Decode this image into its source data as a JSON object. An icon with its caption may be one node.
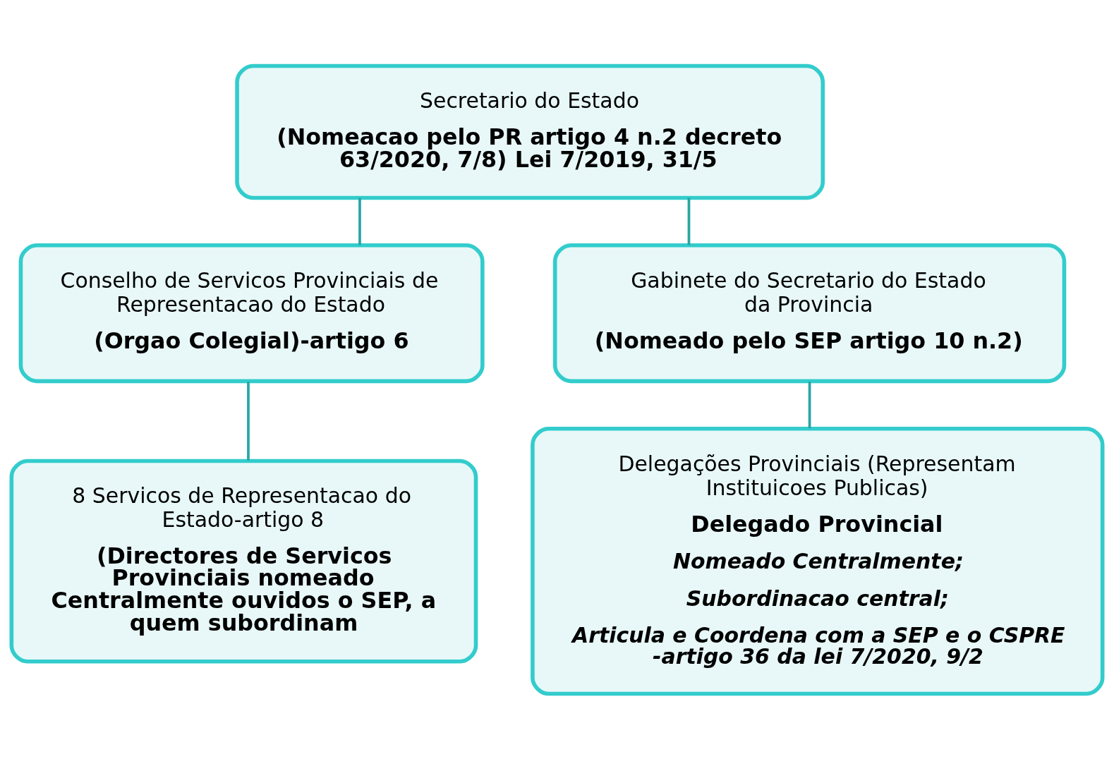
{
  "diagram": {
    "nodes": [
      {
        "text": [
          "Secretario do Estado",
          "(Nomeacao pelo PR artigo 4 n.2 decreto 63/2020, 7/8) Lei 7/2019, 31/5"
        ]
      },
      {
        "text": [
          "Conselho de Servicos Provinciais de Representacao do Estado",
          "(Orgao Colegial)-artigo 6"
        ]
      },
      {
        "text": [
          "Gabinete do Secretario do Estado da Provincia",
          "(Nomeado pelo SEP artigo 10 n.2)"
        ]
      },
      {
        "text": [
          "8 Servicos de Representacao do Estado-artigo 8",
          "(Directores de Servicos Provinciais nomeado Centralmente ouvidos o SEP, a quem subordinam"
        ]
      },
      {
        "text": [
          "Delegações Provinciais (Representam Instituicoes Publicas)",
          "Delegado Provincial",
          "Nomeado Centralmente;",
          "Subordinacao central;",
          "Articula e Coordena com a SEP e o CSPRE -artigo 36 da lei 7/2020, 9/2"
        ]
      }
    ],
    "edges": [
      {
        "from": 0,
        "to": 1,
        "arrow": "none"
      },
      {
        "from": 0,
        "to": 2,
        "arrow": "none"
      },
      {
        "from": 1,
        "to": 3,
        "arrow": "none"
      },
      {
        "from": 2,
        "to": 4,
        "arrow": "none"
      }
    ]
  }
}
